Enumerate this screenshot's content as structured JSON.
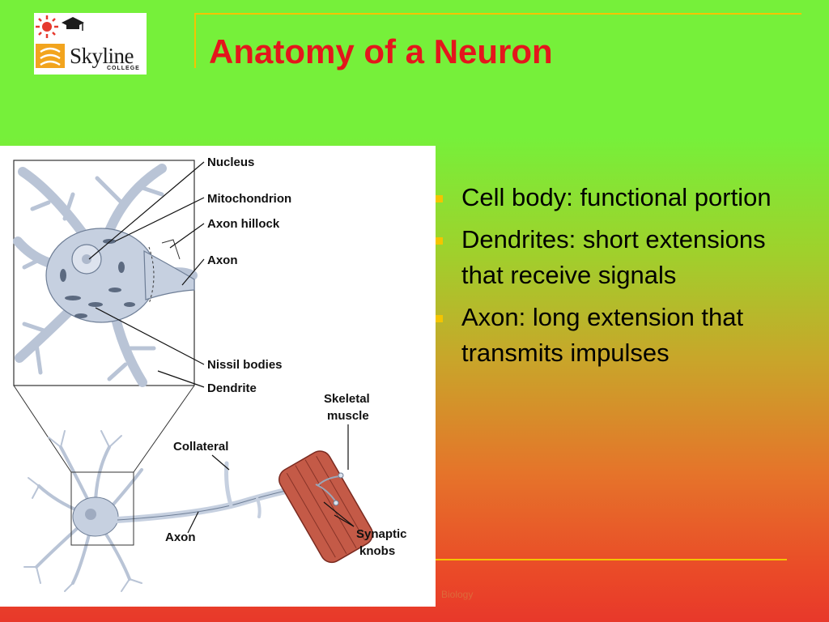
{
  "logo": {
    "name": "Skyline",
    "sub": "COLLEGE",
    "colors": {
      "sun": "#e63a2e",
      "stripe": "#f2a41e",
      "cap": "#1c1c1c"
    }
  },
  "title": "Anatomy of a Neuron",
  "diagram": {
    "labels": {
      "nucleus": "Nucleus",
      "mitochondrion": "Mitochondrion",
      "axon_hillock": "Axon hillock",
      "axon_top": "Axon",
      "nissil_bodies": "Nissil bodies",
      "dendrite": "Dendrite",
      "collateral": "Collateral",
      "axon_bottom": "Axon",
      "skeletal_1": "Skeletal",
      "skeletal_2": "muscle",
      "synaptic_1": "Synaptic",
      "synaptic_2": "knobs"
    },
    "colors": {
      "cell": "#c6d0e0",
      "cell_edge": "#6e7e96",
      "muscle": "#c45a47",
      "muscle_edge": "#7a2a20"
    }
  },
  "bullets": [
    "Cell body: functional portion",
    "Dendrites: short extensions that receive signals",
    "Axon: long extension that transmits impulses"
  ],
  "footer": "Biology",
  "colors": {
    "accent": "#f4c400",
    "title": "#e4161c",
    "bg_top": "#76f03a",
    "bg_bottom": "#e8382a"
  }
}
